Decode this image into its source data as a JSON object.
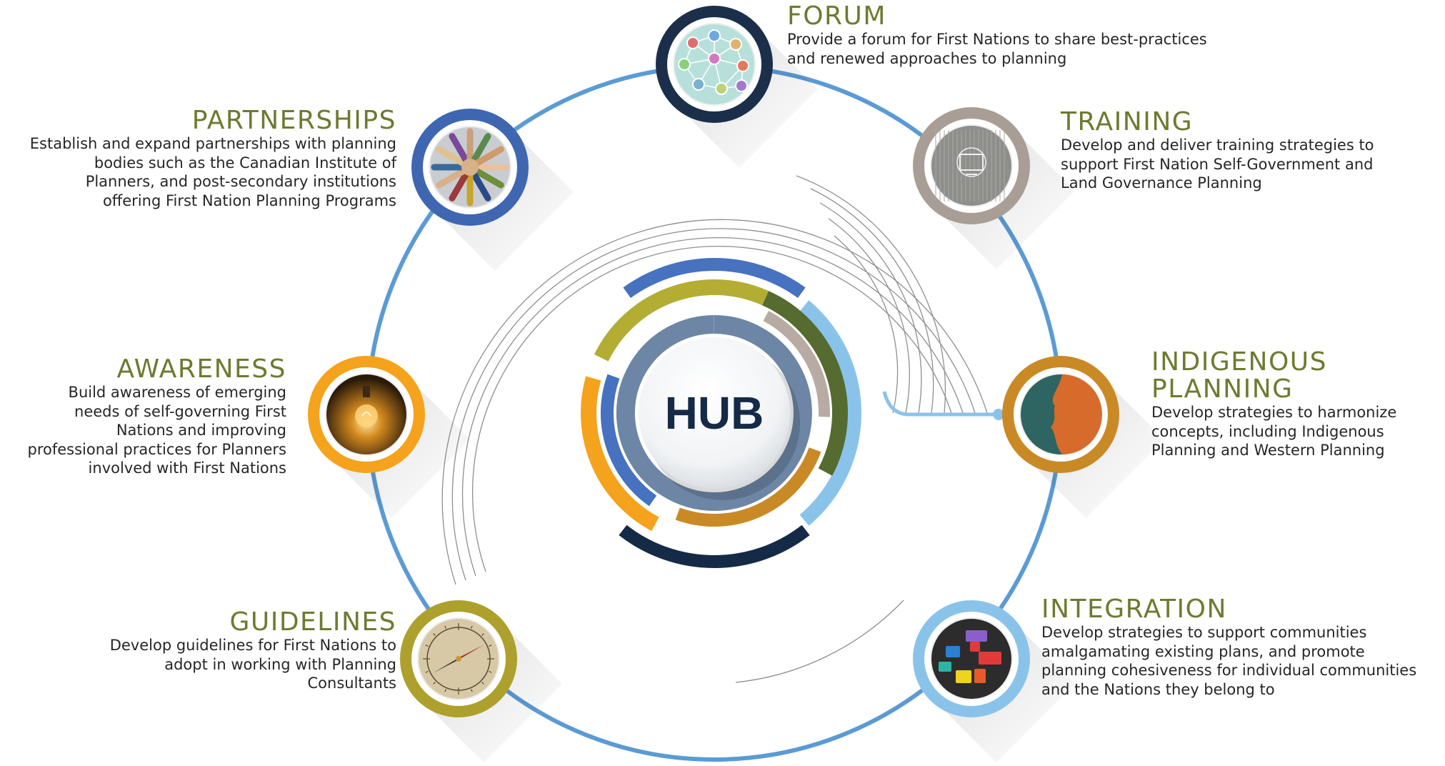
{
  "hub": {
    "label": "HUB"
  },
  "nodes": [
    {
      "id": "forum",
      "title": "FORUM",
      "lines": [
        "Provide a forum for First Nations to share best-practices",
        "and renewed approaches to planning"
      ],
      "ring_color": "#1b2f4b",
      "icon": "network-people-icon"
    },
    {
      "id": "training",
      "title": "TRAINING",
      "lines": [
        "Develop and deliver training strategies to",
        "support First Nation Self-Government and",
        "Land Governance Planning"
      ],
      "ring_color": "#a99e95",
      "icon": "computer-screen-icon"
    },
    {
      "id": "indigenous",
      "title_lines": [
        "INDIGENOUS",
        "PLANNING"
      ],
      "lines": [
        "Develop strategies to harmonize",
        "concepts, including Indigenous",
        "Planning and Western Planning"
      ],
      "ring_color": "#c98a26",
      "icon": "two-faces-icon"
    },
    {
      "id": "integration",
      "title": "INTEGRATION",
      "lines": [
        "Develop strategies to support communities",
        "amalgamating existing plans, and promote",
        "planning cohesiveness for individual communities",
        "and the Nations they belong to"
      ],
      "ring_color": "#8ac3ea",
      "icon": "puzzle-blocks-icon"
    },
    {
      "id": "guidelines",
      "title": "GUIDELINES",
      "lines": [
        "Develop guidelines for First Nations to",
        "adopt in working with Planning",
        "Consultants"
      ],
      "ring_color": "#aea02c",
      "icon": "compass-icon"
    },
    {
      "id": "awareness",
      "title": "AWARENESS",
      "lines": [
        "Build awareness of emerging",
        "needs of self-governing First",
        "Nations and improving",
        "professional practices for Planners",
        "involved with First Nations"
      ],
      "ring_color": "#f5a21c",
      "icon": "light-bulb-icon"
    },
    {
      "id": "partnerships",
      "title": "PARTNERSHIPS",
      "lines": [
        "Establish and expand partnerships with planning",
        "bodies such as the Canadian Institute of",
        "Planners, and post-secondary institutions",
        "offering First Nation Planning Programs"
      ],
      "ring_color": "#3f66b1",
      "icon": "joined-hands-icon"
    }
  ],
  "colors": {
    "orbit": "#5b9bd5",
    "navy": "#152a47",
    "blue": "#4672bf",
    "olive": "#b3ad34",
    "dark_green": "#556b2f",
    "taupe": "#b7aba3",
    "light_blue": "#8ac3ea",
    "orange": "#f5a21c",
    "gold": "#c98a26",
    "steel": "#6d86a5",
    "title_green": "#6e7a30"
  }
}
